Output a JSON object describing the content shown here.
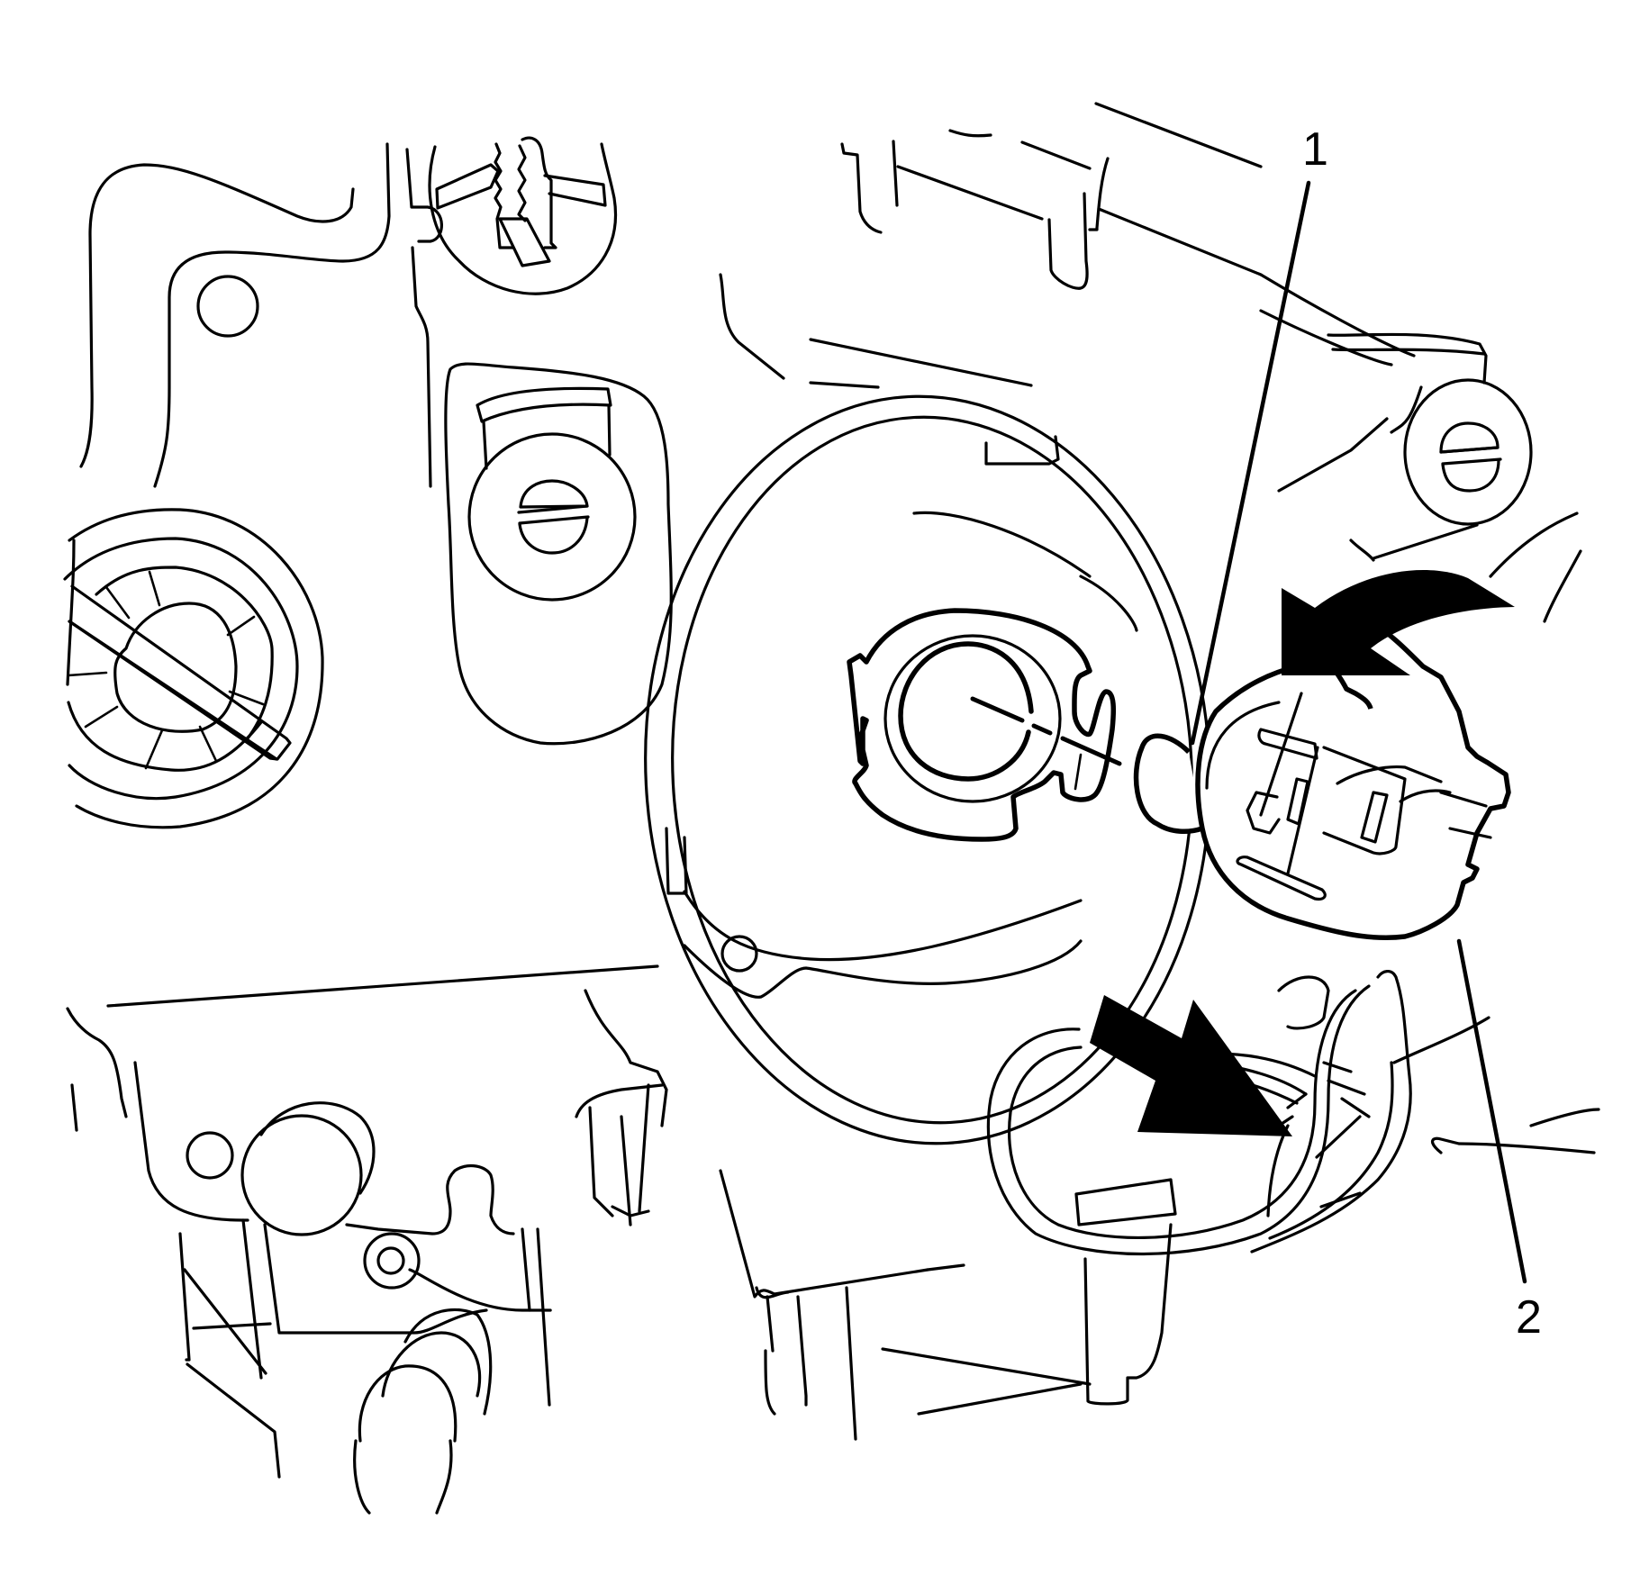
{
  "figure": {
    "type": "technical-service-illustration",
    "style": "black-and-white line art",
    "colors": {
      "line": "#000000",
      "background": "#ffffff",
      "arrow_fill": "#000000"
    }
  },
  "callouts": [
    {
      "id": "1",
      "label": "1",
      "target": "headlamp-bulb"
    },
    {
      "id": "2",
      "label": "2",
      "target": "bulb-socket-connector"
    }
  ],
  "annotations": {
    "rotate_arrow": {
      "direction": "counter-clockwise",
      "icon": "curved-rotate-arrow-icon"
    },
    "pull_arrow": {
      "direction": "down-right",
      "icon": "straight-pull-arrow-icon"
    }
  },
  "components": [
    "headlamp-housing",
    "bulb-access-opening",
    "bulb-retaining-bayonet",
    "headlamp-bulb",
    "bulb-socket-connector",
    "wiring-harness",
    "adjuster-screw-left",
    "adjuster-screw-right",
    "retaining-clip-detail",
    "vent-cap",
    "mounting-boss"
  ]
}
